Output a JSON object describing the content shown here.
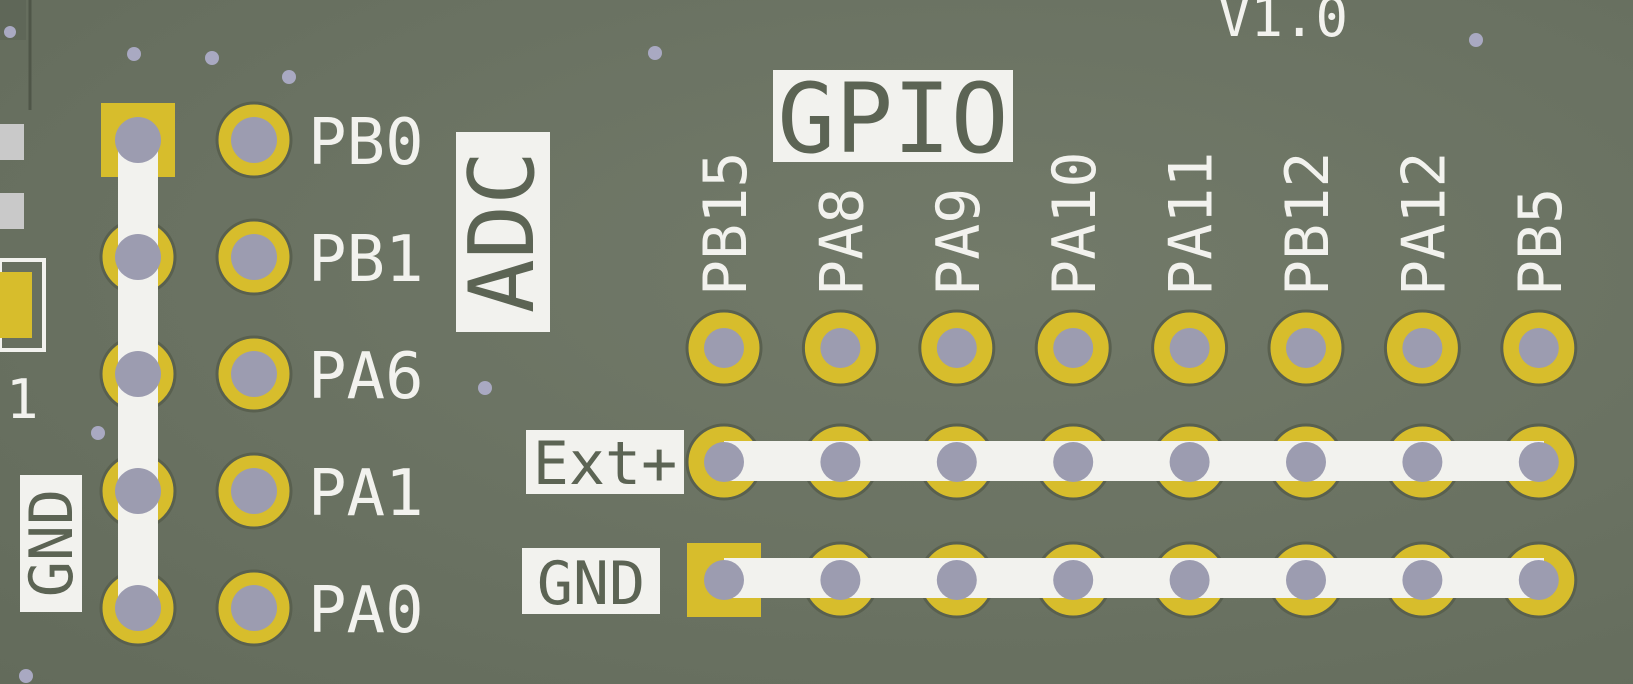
{
  "board": {
    "version": "V1.0",
    "pin1_marker": "1",
    "colors": {
      "board": "#6b7363",
      "copper": "#d7bd2c",
      "silkscreen": "#f2f2ee",
      "drill": "#9c9cb0"
    }
  },
  "adc": {
    "header_label": "ADC",
    "gnd_label": "GND",
    "pins": [
      "PB0",
      "PB1",
      "PA6",
      "PA1",
      "PA0"
    ]
  },
  "gpio": {
    "header_label": "GPIO",
    "pins": [
      "PB15",
      "PA8",
      "PA9",
      "PA10",
      "PA11",
      "PB12",
      "PA12",
      "PB5"
    ],
    "ext_label": "Ext+",
    "gnd_label": "GND"
  }
}
